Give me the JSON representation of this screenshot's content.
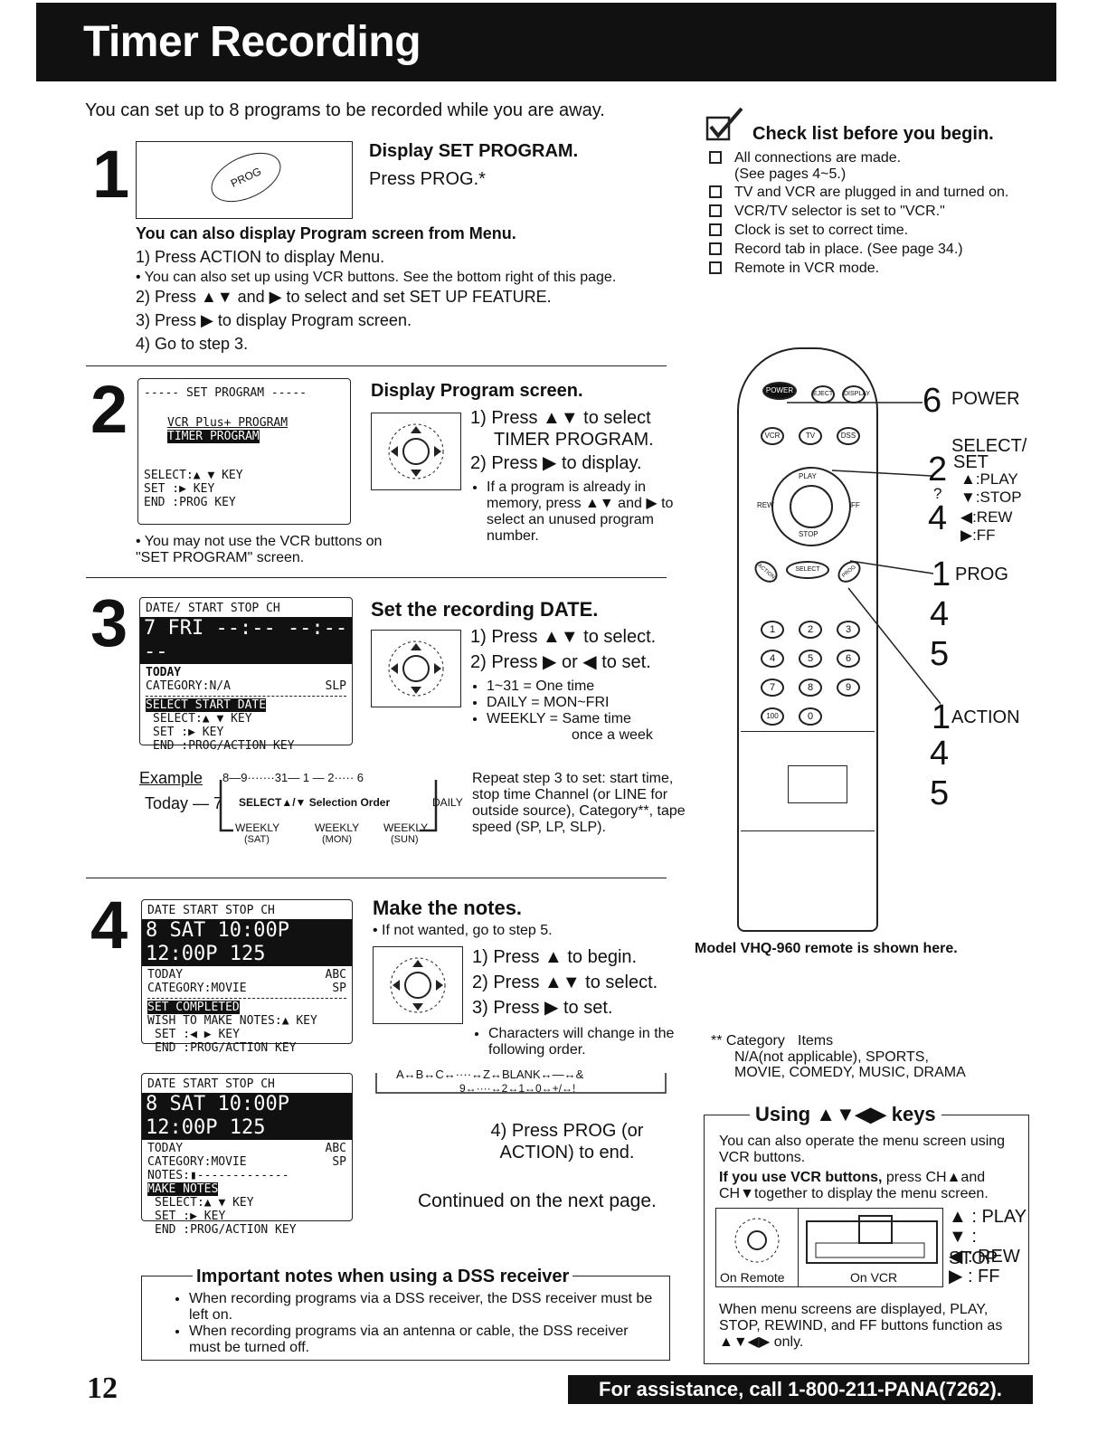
{
  "header": {
    "title": "Timer Recording"
  },
  "intro": "You can set up to 8 programs to be recorded while you are away.",
  "step1": {
    "num": "1",
    "button_label": "PROG",
    "title": "Display SET PROGRAM.",
    "text": "Press PROG.*",
    "menu_title": "You can also display Program screen from Menu.",
    "items": [
      "1) Press ACTION to display Menu.",
      "• You can also set up using VCR buttons. See the bottom right of this page.",
      "2) Press ▲▼ and ▶ to select and set SET UP FEATURE.",
      "3) Press ▶ to display Program screen.",
      "4) Go to step 3."
    ]
  },
  "step2": {
    "num": "2",
    "screen": {
      "title": "----- SET PROGRAM -----",
      "line1": "VCR Plus+ PROGRAM",
      "line2": "TIMER PROGRAM",
      "select": "SELECT:▲ ▼ KEY",
      "set": "SET    :▶ KEY",
      "end": "END    :PROG KEY"
    },
    "title": "Display Program screen.",
    "s1a": "1) Press ▲▼ to select",
    "s1b": "TIMER PROGRAM.",
    "s2": "2) Press ▶ to display.",
    "note": "If a program is already in memory, press ▲▼ and ▶ to select an unused program number.",
    "footnote": "• You may not use the VCR buttons on \"SET PROGRAM\" screen."
  },
  "step3": {
    "num": "3",
    "screen": {
      "head": "DATE/ START  STOP  CH",
      "band": "7 FRI --:-- --:-- --",
      "today": "TODAY",
      "category": "CATEGORY:N/A",
      "speed": "SLP",
      "sel_label": "SELECT START DATE",
      "select": "SELECT:▲ ▼ KEY",
      "set": "SET    :▶ KEY",
      "end": "END    :PROG/ACTION KEY"
    },
    "title": "Set the recording DATE.",
    "s1": "1) Press ▲▼  to select.",
    "s2": "2) Press ▶ or ◀ to set.",
    "b1": "1~31 = One time",
    "b2": "DAILY = MON~FRI",
    "b3": "WEEKLY = Same time",
    "b3b": "once a week",
    "example": {
      "label": "Example",
      "top": "8—9·······31— 1 — 2····· 6",
      "today": "Today — 7",
      "order": "SELECT▲/▼ Selection Order",
      "daily": "DAILY",
      "w1": "WEEKLY",
      "w1s": "(SAT)",
      "w2": "WEEKLY",
      "w2s": "(MON)",
      "w3": "WEEKLY",
      "w3s": "(SUN)"
    },
    "repeat": "Repeat step 3 to set: start time, stop time Channel (or LINE for outside source), Category**, tape speed (SP, LP, SLP)."
  },
  "step4": {
    "num": "4",
    "screenA": {
      "head": "DATE   START   STOP   CH",
      "band": "8 SAT 10:00P 12:00P 125",
      "today": "TODAY",
      "abc": "ABC",
      "category": "CATEGORY:MOVIE",
      "speed": "SP",
      "sel_label": "SET COMPLETED",
      "wish": "WISH TO MAKE NOTES:▲ KEY",
      "set": "SET   :◀ ▶ KEY",
      "end": "END   :PROG/ACTION KEY"
    },
    "screenB": {
      "head": "DATE   START   STOP   CH",
      "band": "8 SAT 10:00P 12:00P 125",
      "today": "TODAY",
      "abc": "ABC",
      "category": "CATEGORY:MOVIE",
      "speed": "SP",
      "notes": "NOTES:▮-------------",
      "sel_label": "MAKE NOTES",
      "select": "SELECT:▲ ▼ KEY",
      "set": "SET    :▶ KEY",
      "end": "END    :PROG/ACTION KEY"
    },
    "title": "Make the notes.",
    "skip": "• If not wanted, go to step 5.",
    "s1": "1) Press ▲ to begin.",
    "s2": "2) Press ▲▼  to select.",
    "s3": "3) Press ▶ to set.",
    "note": "Characters will change in the following order.",
    "order1": "A↔B↔C↔····↔Z↔BLANK↔—↔&",
    "order2": "9↔····↔2↔1↔0↔+/↔!",
    "s4": "4) Press PROG (or ACTION) to end.",
    "continued": "Continued on the next page."
  },
  "dss": {
    "title": "Important notes when using a DSS receiver",
    "n1": "When recording programs via a DSS receiver, the DSS receiver must be left on.",
    "n2": "When recording programs via an antenna or cable, the DSS receiver must be turned off."
  },
  "checklist": {
    "title": "Check list before you begin.",
    "items": [
      "All connections are made.",
      "(See pages 4~5.)",
      "TV and VCR are plugged in and turned on.",
      "VCR/TV selector is set to \"VCR.\"",
      "Clock is set to correct time.",
      "Record tab in place. (See page 34.)",
      "Remote in VCR mode."
    ]
  },
  "remote": {
    "callouts": {
      "power_num": "6",
      "power": "POWER",
      "select": "SELECT/",
      "set_num": "2",
      "set": "SET",
      "play": "▲:PLAY",
      "tilde": "?",
      "stop": "▼:STOP",
      "rew_num": "4",
      "rew": "◀:REW",
      "ff": "▶:FF",
      "prog_num": "1",
      "prog": "PROG",
      "n4a": "4",
      "n5a": "5",
      "action_num": "1",
      "action": "ACTION",
      "n4b": "4",
      "n5b": "5"
    },
    "buttons": {
      "power": "POWER",
      "eject": "EJECT",
      "display": "DISPLAY",
      "vcr": "VCR",
      "tv": "TV",
      "dss": "DSS",
      "play": "PLAY",
      "stop": "STOP",
      "rew": "REW",
      "ff": "FF",
      "select": "SELECT",
      "action": "ACTION",
      "prog": "PROG",
      "n1": "1",
      "n2": "2",
      "n3": "3",
      "n4": "4",
      "n5": "5",
      "n6": "6",
      "n7": "7",
      "n8": "8",
      "n9": "9",
      "n100": "100",
      "n0": "0"
    },
    "caption": "Model VHQ-960 remote is shown here."
  },
  "category": {
    "label": "** Category",
    "items_label": "Items",
    "line1": "N/A(not applicable), SPORTS,",
    "line2": "MOVIE, COMEDY, MUSIC, DRAMA"
  },
  "using": {
    "title": "Using ▲▼◀▶ keys",
    "p1": "You can also operate the menu screen using VCR buttons.",
    "p2b": "If you use VCR buttons,",
    "p2": "press CH▲and CH▼together to display the menu screen.",
    "on_remote": "On Remote",
    "on_vcr": "On VCR",
    "k1": "▲ : PLAY",
    "k2": "▼ : STOP",
    "k3": "◀ : REW",
    "k4": "▶ : FF",
    "p3": "When menu screens are displayed, PLAY, STOP, REWIND, and FF buttons function as ▲▼◀▶ only."
  },
  "footer": {
    "page": "12",
    "assist": "For assistance, call 1-800-211-PANA(7262)."
  }
}
